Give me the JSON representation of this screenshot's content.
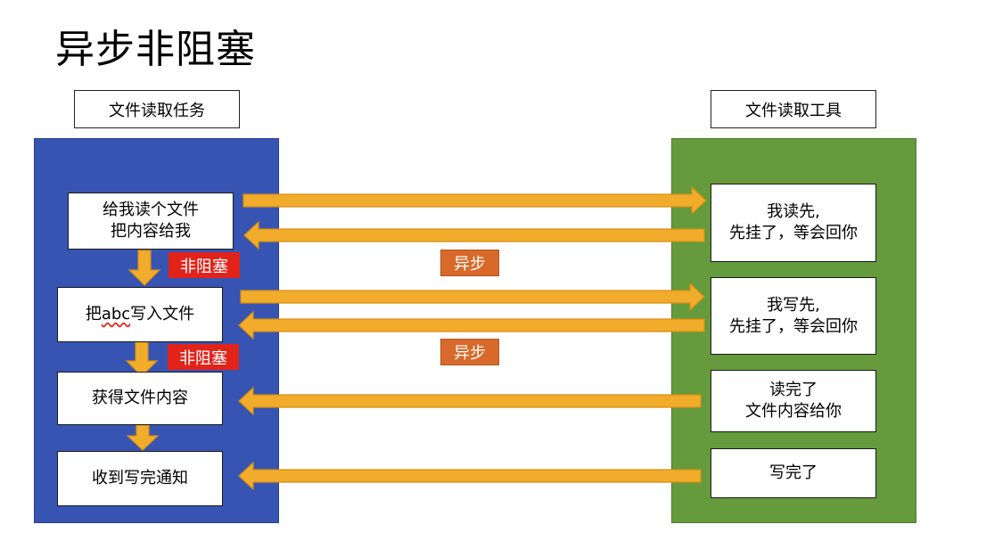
{
  "title": "异步非阻塞",
  "left_header": "文件读取任务",
  "right_header": "文件读取工具",
  "left_steps": [
    {
      "line1": "给我读个文件",
      "line2": "把内容给我"
    },
    {
      "pre": "把",
      "highlight": "abc",
      "post": "写入文件"
    },
    {
      "line1": "获得文件内容"
    },
    {
      "line1": "收到写完通知"
    }
  ],
  "right_steps": [
    {
      "line1": "我读先,",
      "line2": "先挂了，等会回你"
    },
    {
      "line1": "我写先,",
      "line2": "先挂了，等会回你"
    },
    {
      "line1": "读完了",
      "line2": "文件内容给你"
    },
    {
      "line1": "写完了"
    }
  ],
  "non_blocking_label": "非阻塞",
  "async_label": "异步",
  "colors": {
    "left_panel": "#3754b3",
    "right_panel": "#659a3d",
    "arrow_fill": "#f2ac2c",
    "arrow_stroke": "#d48f12",
    "non_blocking_badge": "#e2231a",
    "async_badge": "#d9692a"
  }
}
